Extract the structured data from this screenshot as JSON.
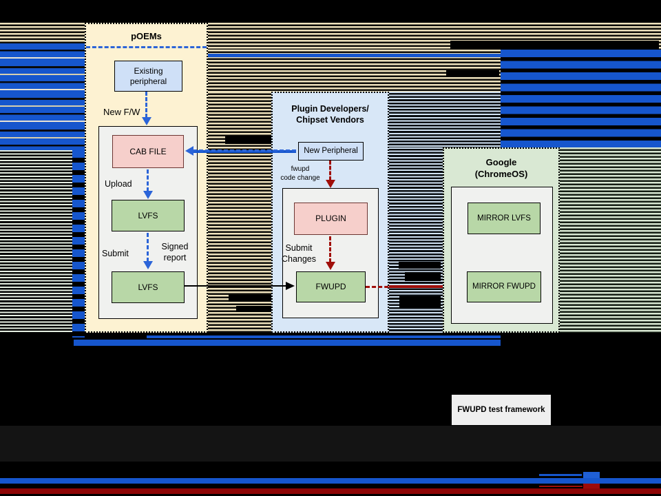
{
  "slide": {
    "poems_panel": {
      "title": "pOEMs",
      "existing_peripheral": "Existing\nperipheral",
      "new_fw_label": "New F/W",
      "cab_file": "CAB FILE",
      "upload_label": "Upload",
      "lvfs_upper": "LVFS",
      "submit_label": "Submit",
      "signed_report_label": "Signed\nreport",
      "lvfs_lower": "LVFS"
    },
    "plugin_panel": {
      "title": "Plugin Developers/\nChipset Vendors",
      "new_peripheral": "New Peripheral",
      "fwupd_code_change_label": "fwupd\ncode change",
      "plugin": "PLUGIN",
      "submit_changes_label": "Submit\nChanges",
      "fwupd": "FWUPD"
    },
    "google_panel": {
      "title": "Google\n(ChromeOS)",
      "mirror_lvfs": "MIRROR LVFS",
      "mirror_fwupd": "MIRROR FWUPD"
    },
    "test_framework_label": "FWUPD test framework"
  },
  "colors": {
    "background": "#000000",
    "glitch_blue": "#1656cd",
    "glitch_tan": "#eee2bd",
    "glitch_light_blue": "#d3e4f5",
    "glitch_pale_green": "#e6efe2",
    "band_dark_gray": "#141414",
    "band_red": "#8e0606",
    "poems_panel_bg": "#fdf2d2",
    "plugin_panel_bg": "#d8e7f7",
    "google_panel_bg": "#d9e8d3",
    "node_blue_bg": "#cfe0f7",
    "node_pink_bg": "#f6cfcb",
    "node_green_bg": "#b8d7a7",
    "container_gray_bg": "#f0f1ef",
    "arrow_blue": "#2b64d8",
    "arrow_dark_red": "#a00f0a",
    "arrow_black": "#000000"
  }
}
